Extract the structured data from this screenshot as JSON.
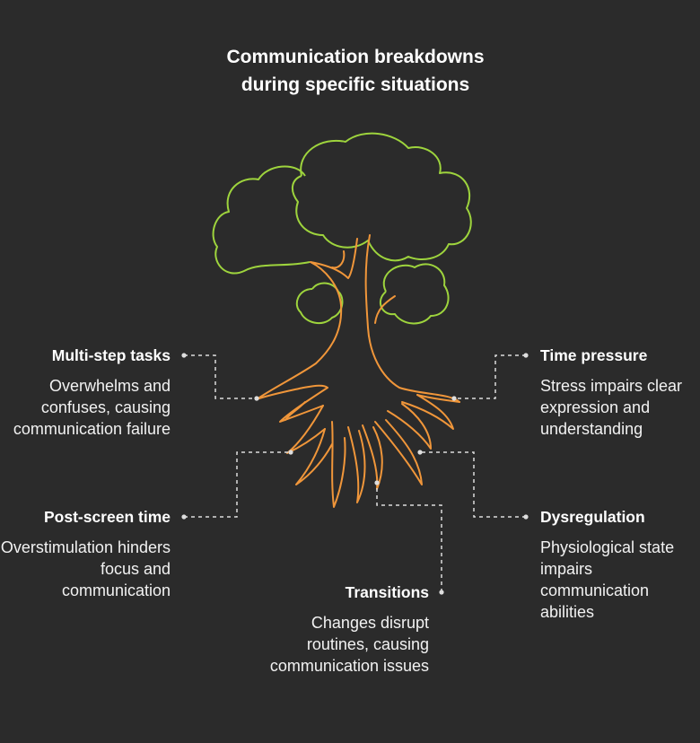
{
  "title": {
    "line1": "Communication breakdowns",
    "line2": "during specific situations"
  },
  "colors": {
    "background": "#2b2b2b",
    "canopy": "#9ed43d",
    "roots": "#f0963a",
    "connector": "#dddddd",
    "text": "#ffffff"
  },
  "items": [
    {
      "heading": "Multi-step tasks",
      "description": "Overwhelms and confuses, causing communication failure"
    },
    {
      "heading": "Post-screen time",
      "description": "Overstimulation hinders focus and communication"
    },
    {
      "heading": "Transitions",
      "description": "Changes disrupt routines, causing communication issues"
    },
    {
      "heading": "Time pressure",
      "description": "Stress impairs clear expression and understanding"
    },
    {
      "heading": "Dysregulation",
      "description": "Physiological state impairs communication abilities"
    }
  ]
}
